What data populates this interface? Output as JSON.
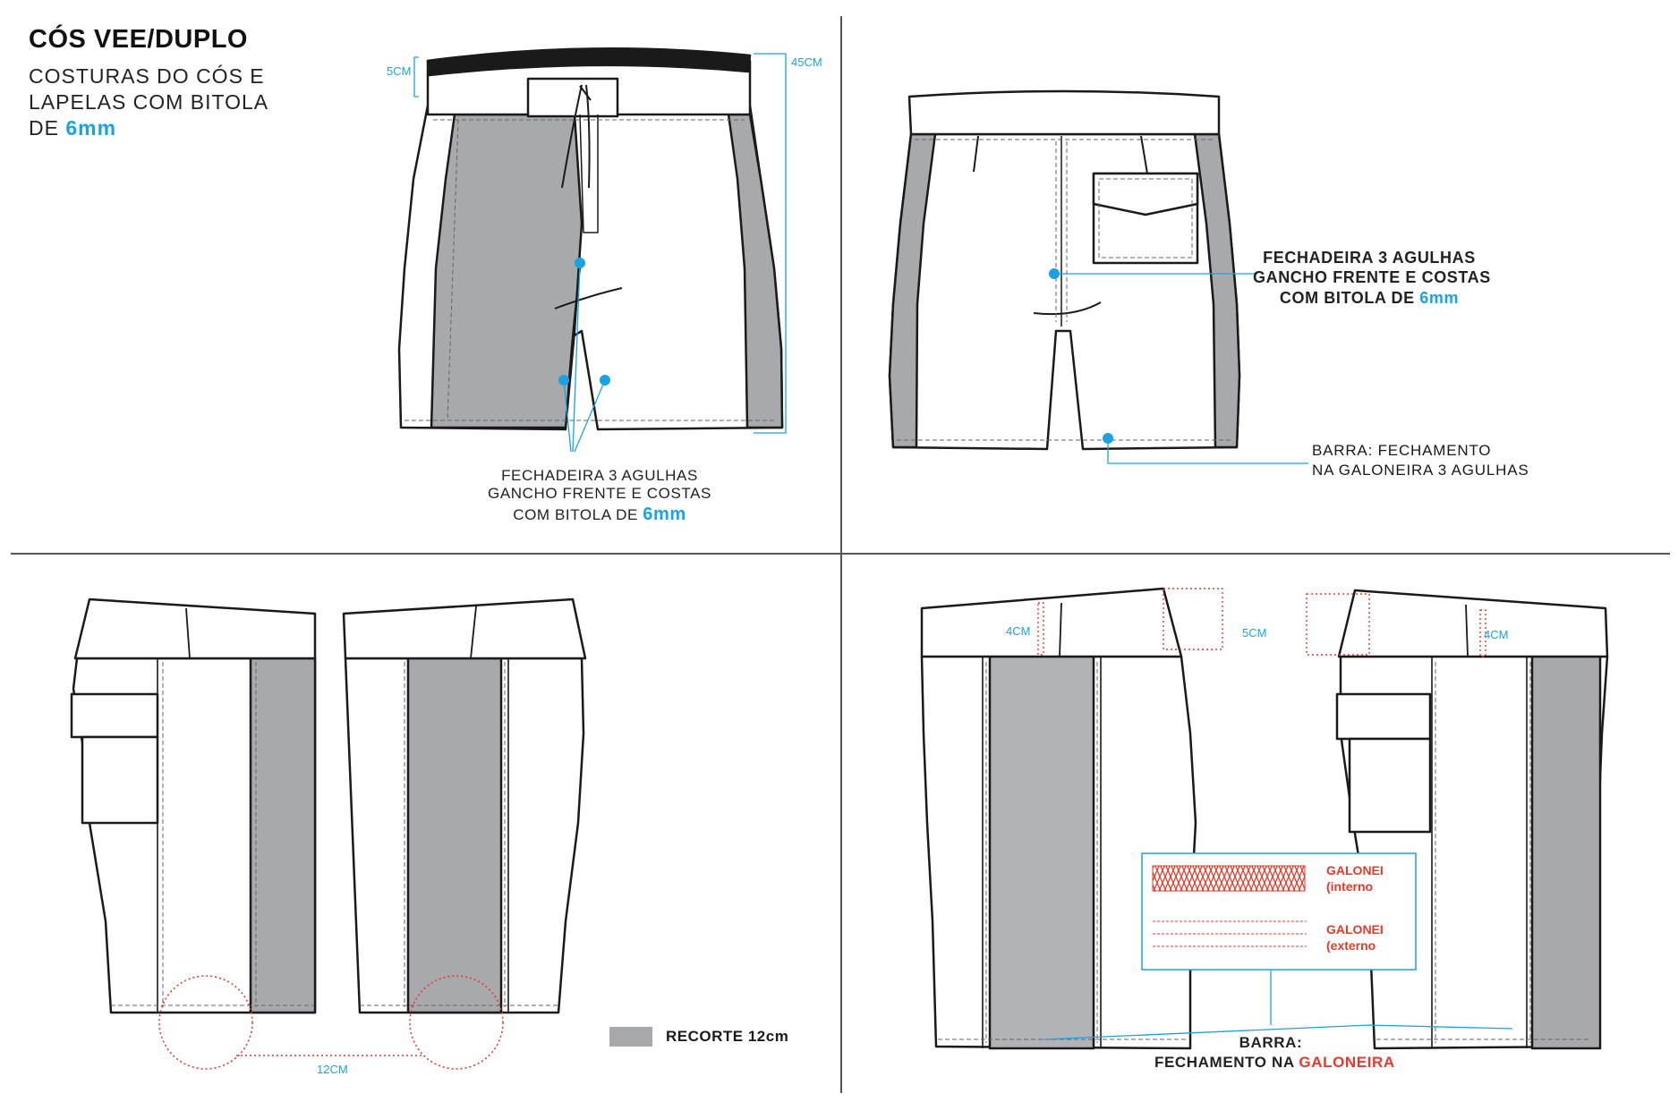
{
  "header": {
    "title": "CÓS VEE/DUPLO",
    "line1": "COSTURAS DO CÓS E",
    "line2": "LAPELAS  COM BITOLA",
    "line3_prefix": "DE ",
    "line3_value": "6mm"
  },
  "front_view": {
    "waistband_height": "5CM",
    "total_length": "45CM",
    "note_line1": "FECHADEIRA 3 AGULHAS",
    "note_line2": "GANCHO FRENTE E COSTAS",
    "note_line3_prefix": "COM BITOLA DE ",
    "note_line3_value": "6mm"
  },
  "back_view": {
    "note_line1": "FECHADEIRA 3 AGULHAS",
    "note_line2": "GANCHO FRENTE E COSTAS",
    "note_line3_prefix": "COM BITOLA DE ",
    "note_line3_value": "6mm",
    "hem_line1": "BARRA: FECHAMENTO",
    "hem_line2": "NA GALONEIRA 3 AGULHAS"
  },
  "side_views": {
    "distance": "12CM",
    "legend_label": "RECORTE 12cm"
  },
  "side_views_detail": {
    "waist_left": "4CM",
    "waist_mid": "5CM",
    "waist_right": "4CM",
    "stitch_internal_1": "GALONEI",
    "stitch_internal_2": "(interno",
    "stitch_external_1": "GALONEI",
    "stitch_external_2": "(externo",
    "hem_line1": "BARRA:",
    "hem_line2_prefix": "FECHAMENTO NA ",
    "hem_line2_value": "GALONEIRA"
  },
  "colors": {
    "accent": "#1aa3e0",
    "highlight": "#e53a2a",
    "panel_gray": "#a7a9ac",
    "outline": "#1a1a1a"
  }
}
